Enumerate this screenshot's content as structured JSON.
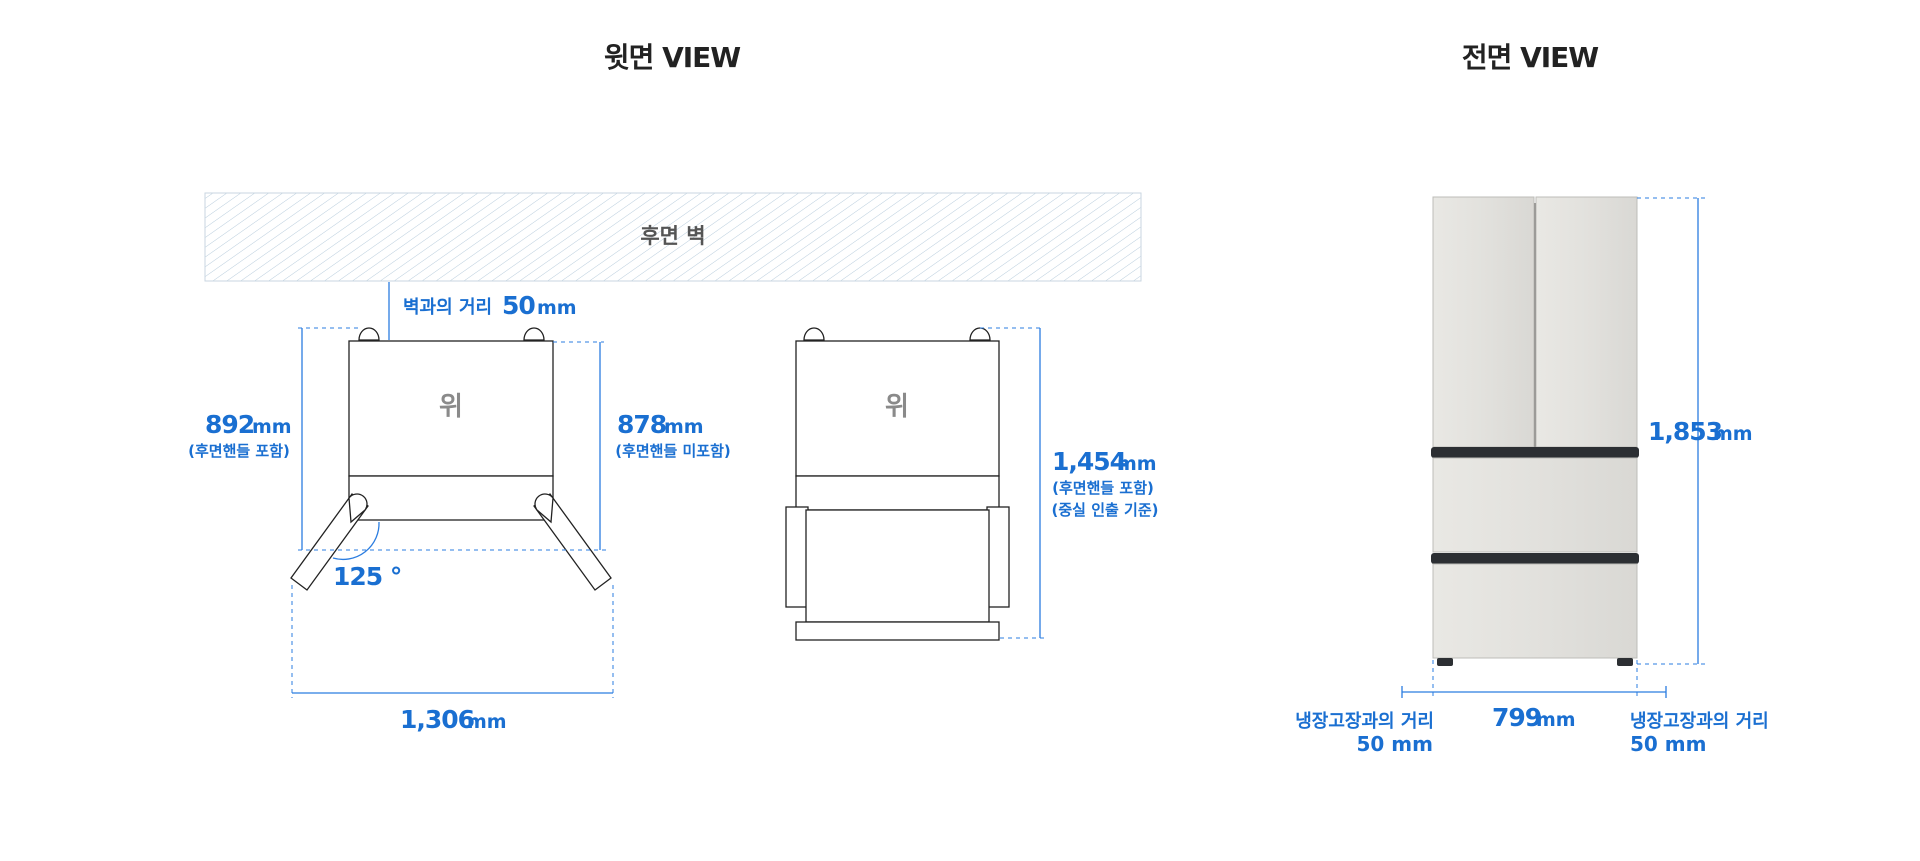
{
  "titles": {
    "top_view": "윗면 VIEW",
    "front_view": "전면 VIEW"
  },
  "top_view": {
    "wall_label": "후면 벽",
    "up_label_left": "위",
    "up_label_right": "위",
    "wall_distance": {
      "label": "벽과의 거리",
      "value": "50",
      "unit": "mm"
    },
    "depth_with_handle": {
      "value": "892",
      "unit": "mm",
      "note": "(후면핸들 포함)"
    },
    "depth_without_handle": {
      "value": "878",
      "unit": "mm",
      "note": "(후면핸들 미포함)"
    },
    "door_angle": "125 °",
    "width_open": {
      "value": "1,306",
      "unit": "mm"
    },
    "depth_drawer_out": {
      "value": "1,454",
      "unit": "mm",
      "note1": "(후면핸들 포함)",
      "note2": "(중실 인출 기준)"
    }
  },
  "front_view": {
    "height": {
      "value": "1,853",
      "unit": "mm"
    },
    "width": {
      "value": "799",
      "unit": "mm"
    },
    "gap_left": {
      "label": "냉장고장과의 거리",
      "value": "50 mm"
    },
    "gap_right": {
      "label": "냉장고장과의 거리",
      "value": "50 mm"
    },
    "colors": {
      "body": "#e4e3df",
      "accent": "#1a6fd1",
      "handle": "#2c2f33"
    }
  }
}
